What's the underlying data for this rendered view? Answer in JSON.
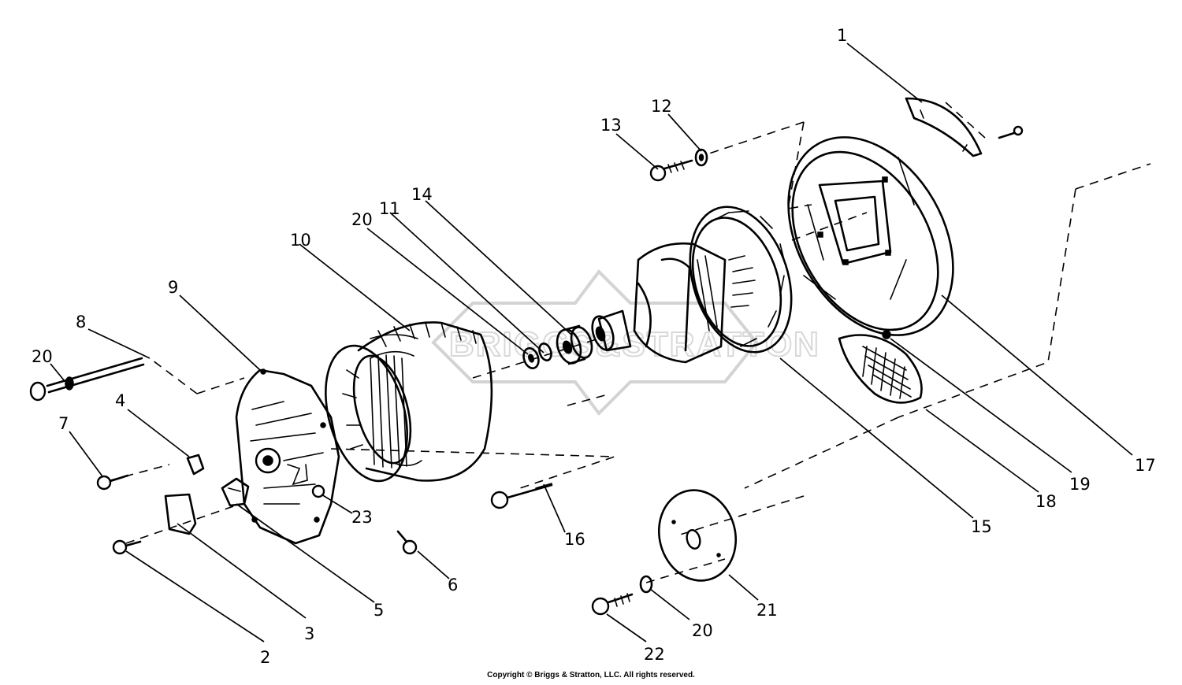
{
  "diagram": {
    "callouts": [
      "1",
      "2",
      "3",
      "4",
      "5",
      "6",
      "7",
      "8",
      "9",
      "10",
      "11",
      "12",
      "13",
      "14",
      "15",
      "16",
      "17",
      "18",
      "19",
      "20",
      "20",
      "20",
      "21",
      "22",
      "23"
    ]
  },
  "watermark": {
    "text": "BRIGGS&STRATTON"
  },
  "footer": {
    "copyright": "Copyright © Briggs & Stratton, LLC. All rights reserved."
  }
}
